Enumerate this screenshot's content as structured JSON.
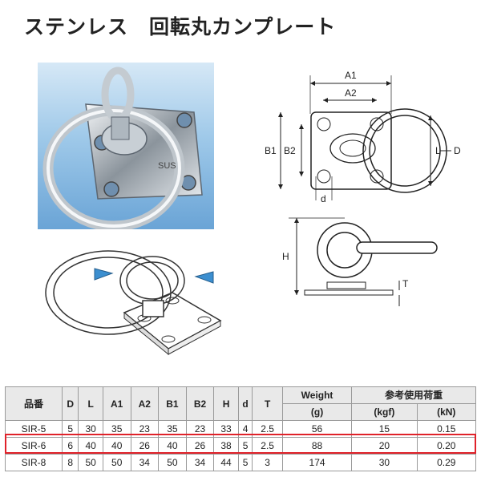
{
  "title": "ステンレス　回転丸カンプレート",
  "diagram_labels": {
    "a1": "A1",
    "a2": "A2",
    "b1": "B1",
    "b2": "B2",
    "l": "L",
    "d_upper": "D",
    "d_lower": "d",
    "h": "H",
    "t": "T"
  },
  "photo_marking": "SUS",
  "table": {
    "headers": {
      "part_no": "品番",
      "d_upper": "D",
      "l": "L",
      "a1": "A1",
      "a2": "A2",
      "b1": "B1",
      "b2": "B2",
      "h": "H",
      "d_lower": "d",
      "t": "T",
      "weight": "Weight",
      "weight_unit": "(g)",
      "load": "参考使用荷重",
      "kgf": "(kgf)",
      "kn": "(kN)"
    },
    "rows": [
      {
        "part_no": "SIR-5",
        "d_upper": "5",
        "l": "30",
        "a1": "35",
        "a2": "23",
        "b1": "35",
        "b2": "23",
        "h": "33",
        "d_lower": "4",
        "t": "2.5",
        "weight": "56",
        "kgf": "15",
        "kn": "0.15"
      },
      {
        "part_no": "SIR-6",
        "d_upper": "6",
        "l": "40",
        "a1": "40",
        "a2": "26",
        "b1": "40",
        "b2": "26",
        "h": "38",
        "d_lower": "5",
        "t": "2.5",
        "weight": "88",
        "kgf": "20",
        "kn": "0.20"
      },
      {
        "part_no": "SIR-8",
        "d_upper": "8",
        "l": "50",
        "a1": "50",
        "a2": "34",
        "b1": "50",
        "b2": "34",
        "h": "44",
        "d_lower": "5",
        "t": "3",
        "weight": "174",
        "kgf": "30",
        "kn": "0.29"
      }
    ],
    "highlighted_row": "SIR-6",
    "highlight_color": "#e0222a"
  }
}
